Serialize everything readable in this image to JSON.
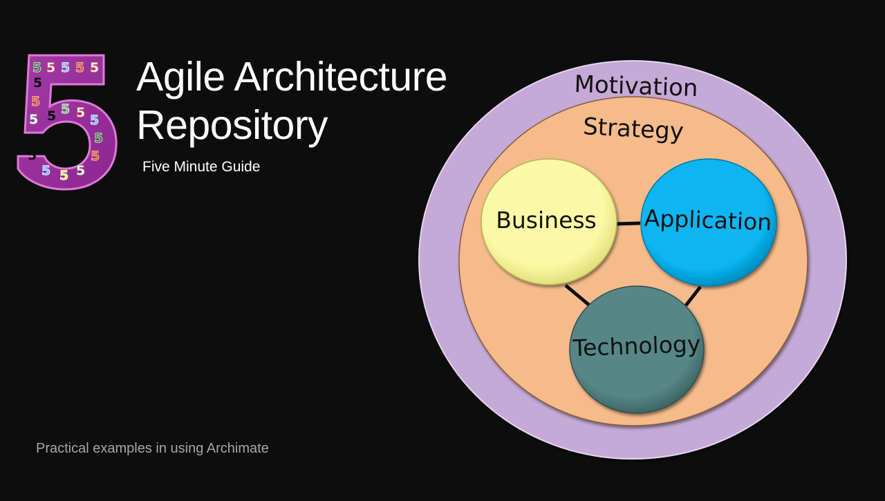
{
  "slide": {
    "title_line1": "Agile Architecture",
    "title_line2": "Repository",
    "subtitle": "Five Minute Guide",
    "footer": "Practical examples in using Archimate"
  },
  "logo": {
    "glyph": "5",
    "inner_digit": "5",
    "colors": {
      "body": "#9b2f9e",
      "edge": "#d76fd6"
    }
  },
  "diagram": {
    "layers": {
      "motivation": {
        "label": "Motivation",
        "color": "#c5a9d6"
      },
      "strategy": {
        "label": "Strategy",
        "color": "#f6bb8b"
      },
      "business": {
        "label": "Business",
        "color": "#fbf9a6"
      },
      "application": {
        "label": "Application",
        "color": "#07b6f2"
      },
      "technology": {
        "label": "Technology",
        "color": "#578786"
      }
    },
    "connections": [
      {
        "from": "Business",
        "to": "Application"
      },
      {
        "from": "Business",
        "to": "Technology"
      },
      {
        "from": "Application",
        "to": "Technology"
      }
    ]
  }
}
